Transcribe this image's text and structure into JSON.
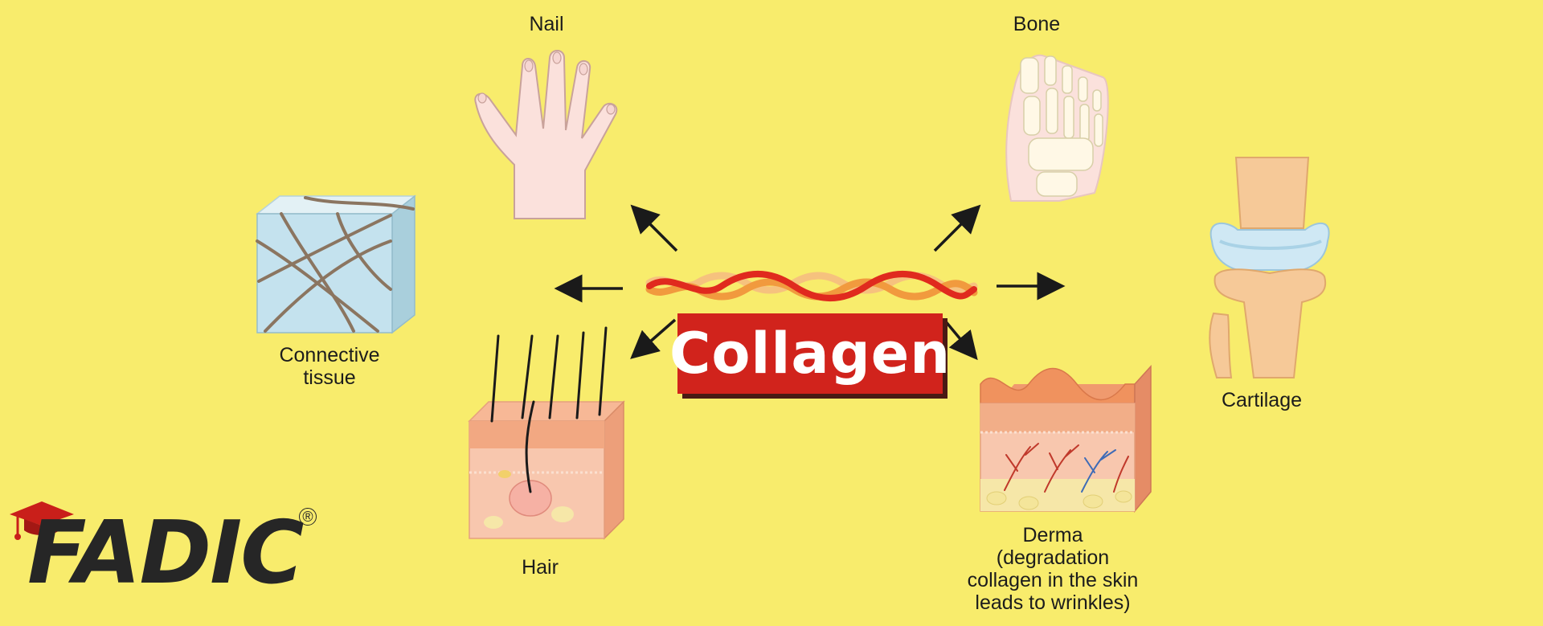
{
  "center": {
    "title": "Collagen"
  },
  "labels": {
    "nail": "Nail",
    "bone": "Bone",
    "connective": "Connective\ntissue",
    "hair": "Hair",
    "derma": "Derma\n(degradation\ncollagen in the skin\nleads to wrinkles)",
    "cartilage": "Cartilage"
  },
  "logo": {
    "text": "FADIC",
    "mark": "®"
  },
  "colors": {
    "background": "#f8ec6c",
    "center_box": "#d1231c",
    "strand_red": "#e02a1e",
    "strand_orange": "#f19a3e",
    "strand_peach": "#f6c27e",
    "arrow": "#1a1a1a"
  },
  "icons": [
    "hand-icon",
    "foot-bone-icon",
    "knee-cartilage-icon",
    "connective-tissue-cube-icon",
    "hair-skin-section-icon",
    "derma-skin-section-icon",
    "collagen-fiber-icon",
    "graduation-cap-icon"
  ]
}
